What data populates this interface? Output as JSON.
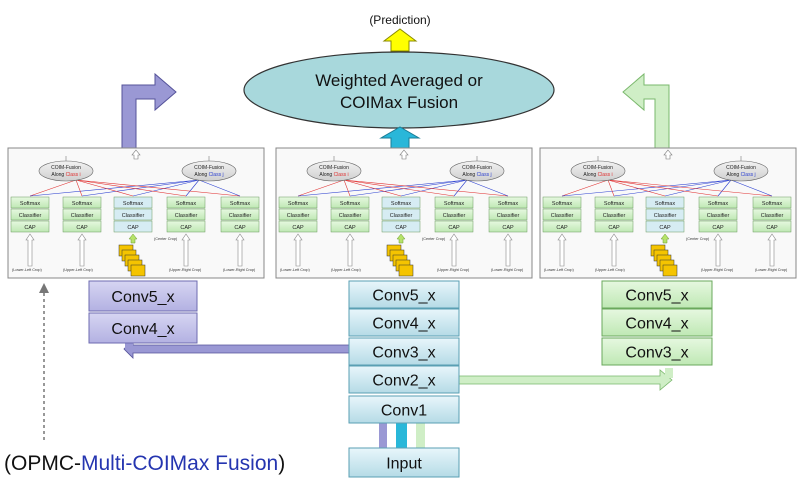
{
  "prediction_label": "(Prediction)",
  "fusion": {
    "line1": "Weighted Averaged or",
    "line2": "COIMax Fusion"
  },
  "panel": {
    "fusion_left": {
      "line1": "COIM-Fusion",
      "line2_prefix": "Along ",
      "line2_class": "Class i"
    },
    "fusion_right": {
      "line1": "COIM-Fusion",
      "line2_prefix": "Along ",
      "line2_class": "Class j"
    },
    "stack": {
      "softmax": "Softmax",
      "classifier": "Classifier",
      "cap": "CAP"
    },
    "crops": [
      "(Lower-Left  Crop)",
      "(Upper-Left  Crop)",
      "(Center  Crop)",
      "(Upper-Right  Crop)",
      "(Lower-Right  Crop)"
    ]
  },
  "left_column": [
    "Conv5_x",
    "Conv4_x"
  ],
  "center_column": [
    "Conv5_x",
    "Conv4_x",
    "Conv3_x",
    "Conv2_x",
    "Conv1",
    "Input"
  ],
  "right_column": [
    "Conv5_x",
    "Conv4_x",
    "Conv3_x"
  ],
  "caption": {
    "prefix": "(OPMC-",
    "highlight": "Multi-COIMax Fusion",
    "suffix": ")"
  },
  "colors": {
    "purple": "#9a98d4",
    "cyan": "#29b7d9",
    "green": "#cfeec6",
    "yellow": "#ffff00",
    "ellipse_fill": "#a8d8dc",
    "class_i": "#e03030",
    "class_j": "#2b3fd0"
  }
}
